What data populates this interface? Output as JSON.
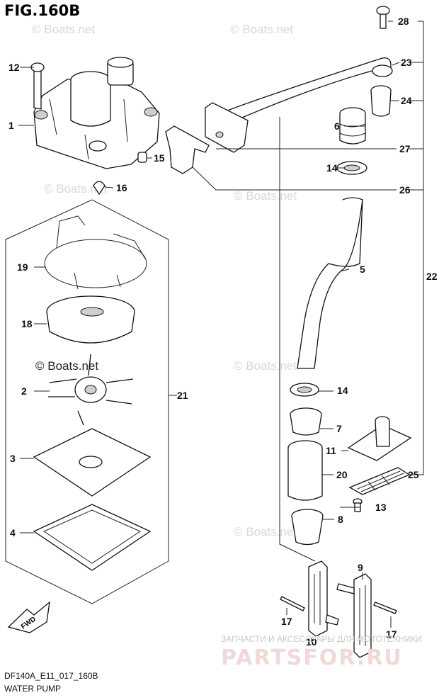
{
  "figure_title": "FIG.160B",
  "model_code": "DF140A_E11_017_160B",
  "section_name": "WATER PUMP",
  "fwd_label": "FWD",
  "watermark": "© Boats.net",
  "brand_subtitle": "ЗАПЧАСТИ И АКСЕССУАРЫ ДЛЯ МОТОТЕХНИКИ",
  "brand_main": "PARTSFOR.RU",
  "callouts": {
    "c1": "1",
    "c2": "2",
    "c3": "3",
    "c4": "4",
    "c5": "5",
    "c6": "6",
    "c7": "7",
    "c8": "8",
    "c9": "9",
    "c10": "10",
    "c11": "11",
    "c12": "12",
    "c13": "13",
    "c14a": "14",
    "c14b": "14",
    "c15": "15",
    "c16": "16",
    "c17a": "17",
    "c17b": "17",
    "c18": "18",
    "c19": "19",
    "c20": "20",
    "c21": "21",
    "c22": "22",
    "c23": "23",
    "c24": "24",
    "c25": "25",
    "c26": "26",
    "c27": "27",
    "c28": "28"
  }
}
